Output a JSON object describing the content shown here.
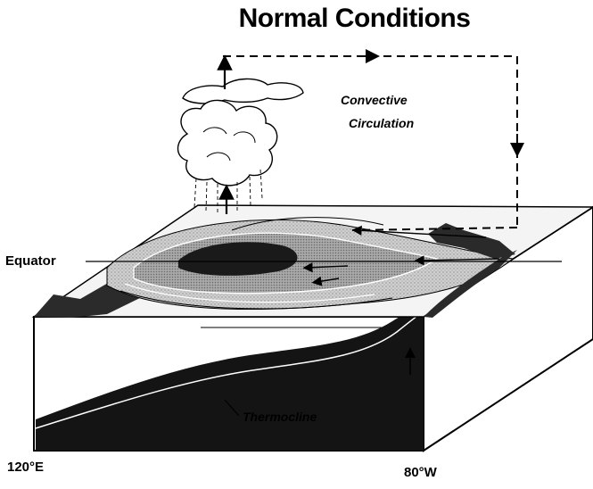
{
  "title": "Normal Conditions",
  "labels": {
    "convective_line1": "Convective",
    "convective_line2": "Circulation",
    "equator": "Equator",
    "thermocline": "Thermocline",
    "west_longitude": "120°E",
    "east_longitude": "80°W"
  },
  "colors": {
    "ink": "#000000",
    "paper": "#ffffff",
    "shade_light": "#c9c9c9",
    "shade_mid": "#9a9a9a",
    "shade_dark": "#6e6e6e"
  }
}
